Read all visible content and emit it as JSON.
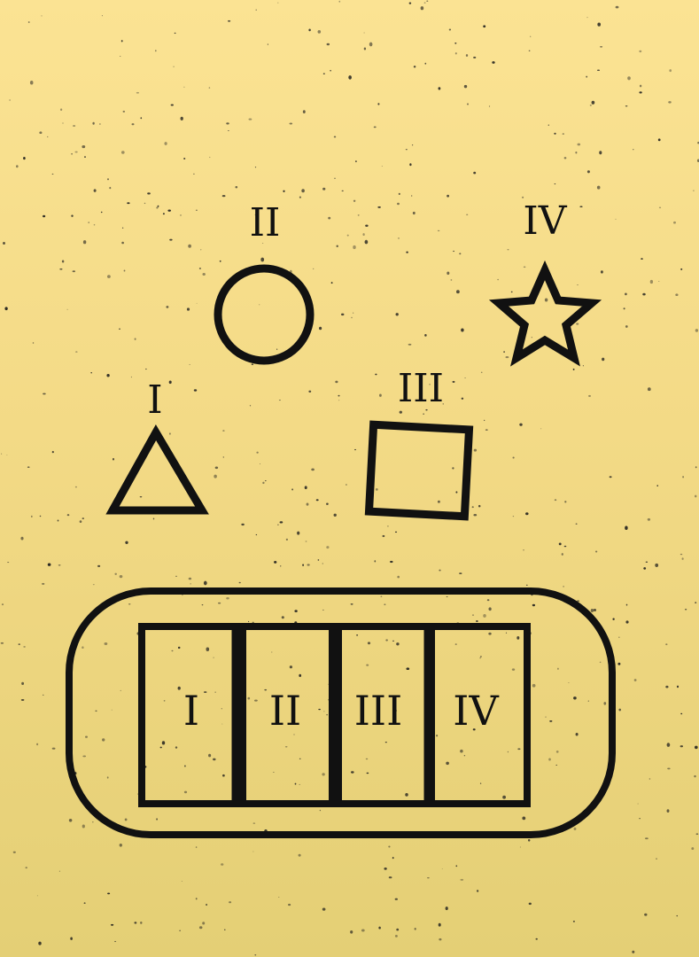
{
  "pieces": [
    {
      "id": "triangle",
      "label": "I",
      "icon": "triangle-icon"
    },
    {
      "id": "circle",
      "label": "II",
      "icon": "circle-icon"
    },
    {
      "id": "square",
      "label": "III",
      "icon": "square-icon"
    },
    {
      "id": "star",
      "label": "IV",
      "icon": "star-icon"
    }
  ],
  "slots": [
    {
      "label": "I"
    },
    {
      "label": "II"
    },
    {
      "label": "III"
    },
    {
      "label": "IV"
    }
  ],
  "colors": {
    "background_top": "#fbe393",
    "background_bottom": "#e4cf75",
    "ink": "#111111"
  }
}
